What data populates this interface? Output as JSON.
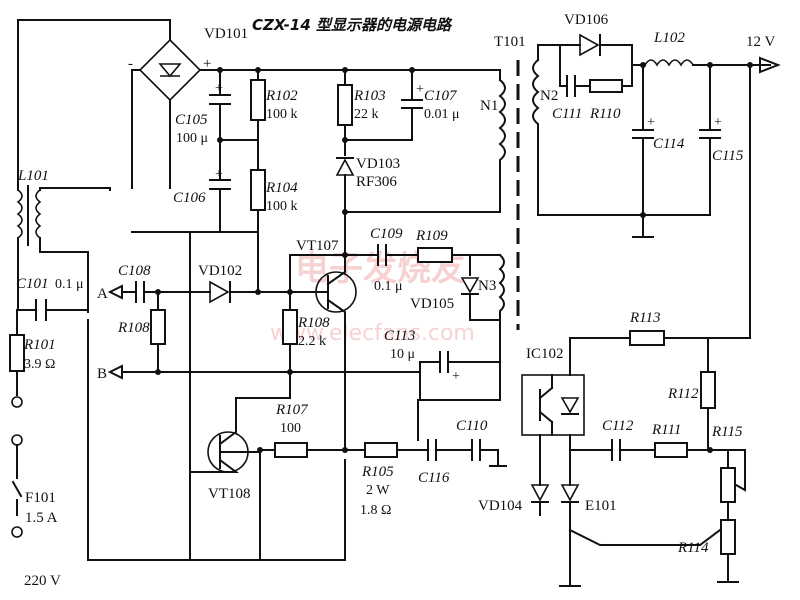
{
  "title": "CZX-14 型显示器的电源电路",
  "watermark": {
    "cn": "电子发烧友",
    "url": "www.elecfans.com"
  },
  "colors": {
    "ink": "#111111",
    "watermark": "#e06060",
    "background": "#ffffff"
  },
  "labels": {
    "vd101": "VD101",
    "c105": "C105",
    "c105v": "100 μ",
    "c106": "C106",
    "r102": "R102",
    "r102v": "100 k",
    "r104": "R104",
    "r104v": "100 k",
    "r103": "R103",
    "r103v": "22 k",
    "c107": "C107",
    "c107v": "0.01 μ",
    "n1": "N1",
    "vd103": "VD103",
    "vd103v": "RF306",
    "t101": "T101",
    "vd106": "VD106",
    "l102": "L102",
    "out": "12 V",
    "n2": "N2",
    "c111": "C111",
    "r110": "R110",
    "c114": "C114",
    "c115": "C115",
    "l101": "L101",
    "c101": "C101",
    "c101v": "0.1 μ",
    "r101": "R101",
    "r101v": "3.9 Ω",
    "f101": "F101",
    "f101v": "1.5 A",
    "mains": "220 V",
    "c108": "C108",
    "portA": "A",
    "portB": "B",
    "r108a": "R108",
    "vd102": "VD102",
    "vt107": "VT107",
    "r108b": "R108",
    "r108bv": "2.2 k",
    "c109": "C109",
    "c109v": "0.1 μ",
    "r109": "R109",
    "vd105": "VD105",
    "n3": "N3",
    "c113": "C113",
    "c113v": "10 μ",
    "r113": "R113",
    "ic102": "IC102",
    "r112": "R112",
    "r107": "R107",
    "r107v": "100",
    "r105": "R105",
    "r105w": "2 W",
    "r105v": "1.8 Ω",
    "c116": "C116",
    "c110": "C110",
    "c112": "C112",
    "r111": "R111",
    "r115": "R115",
    "vt108": "VT108",
    "vd104": "VD104",
    "e101": "E101",
    "r114": "R114"
  }
}
